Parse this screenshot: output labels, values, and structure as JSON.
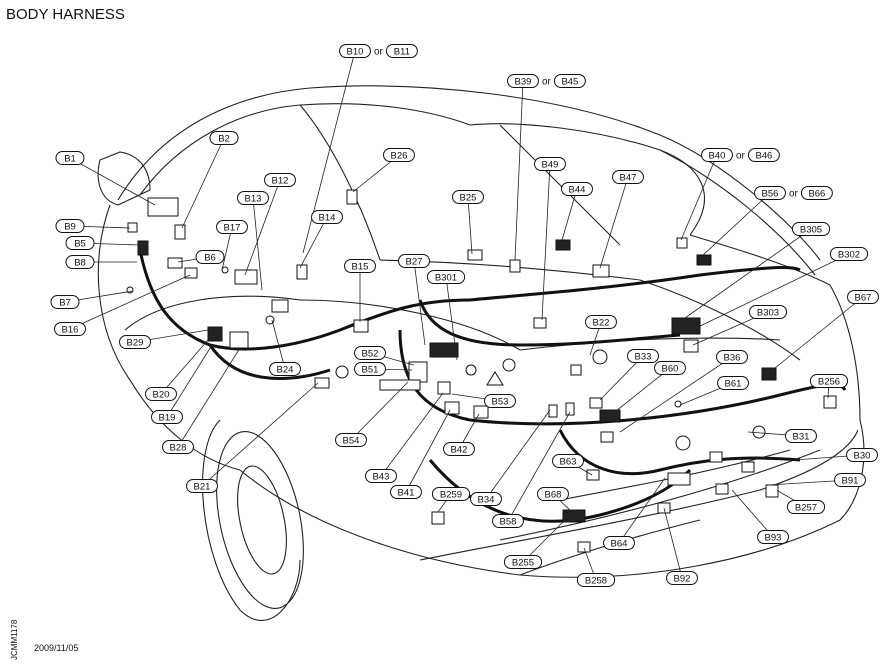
{
  "title": "BODY HARNESS",
  "date": "2009/11/05",
  "figure_code": "JCMM1178",
  "or_word": "or",
  "labels": [
    {
      "id": "B1"
    },
    {
      "id": "B2"
    },
    {
      "id": "B5"
    },
    {
      "id": "B6"
    },
    {
      "id": "B7"
    },
    {
      "id": "B8"
    },
    {
      "id": "B9"
    },
    {
      "id": "B12"
    },
    {
      "id": "B13"
    },
    {
      "id": "B14"
    },
    {
      "id": "B15"
    },
    {
      "id": "B16"
    },
    {
      "id": "B17"
    },
    {
      "id": "B19"
    },
    {
      "id": "B20"
    },
    {
      "id": "B21"
    },
    {
      "id": "B22"
    },
    {
      "id": "B24"
    },
    {
      "id": "B25"
    },
    {
      "id": "B26"
    },
    {
      "id": "B27"
    },
    {
      "id": "B28"
    },
    {
      "id": "B29"
    },
    {
      "id": "B30"
    },
    {
      "id": "B31"
    },
    {
      "id": "B33"
    },
    {
      "id": "B34"
    },
    {
      "id": "B36"
    },
    {
      "id": "B41"
    },
    {
      "id": "B42"
    },
    {
      "id": "B43"
    },
    {
      "id": "B44"
    },
    {
      "id": "B47"
    },
    {
      "id": "B49"
    },
    {
      "id": "B51"
    },
    {
      "id": "B52"
    },
    {
      "id": "B53"
    },
    {
      "id": "B54"
    },
    {
      "id": "B58"
    },
    {
      "id": "B60"
    },
    {
      "id": "B61"
    },
    {
      "id": "B63"
    },
    {
      "id": "B64"
    },
    {
      "id": "B67"
    },
    {
      "id": "B68"
    },
    {
      "id": "B91"
    },
    {
      "id": "B92"
    },
    {
      "id": "B93"
    },
    {
      "id": "B255"
    },
    {
      "id": "B256"
    },
    {
      "id": "B257"
    },
    {
      "id": "B258"
    },
    {
      "id": "B259"
    },
    {
      "id": "B301"
    },
    {
      "id": "B302"
    },
    {
      "id": "B303"
    },
    {
      "id": "B305"
    }
  ],
  "pairs": [
    {
      "a": "B10",
      "b": "B11"
    },
    {
      "a": "B39",
      "b": "B45"
    },
    {
      "a": "B40",
      "b": "B46"
    },
    {
      "a": "B56",
      "b": "B66"
    }
  ]
}
